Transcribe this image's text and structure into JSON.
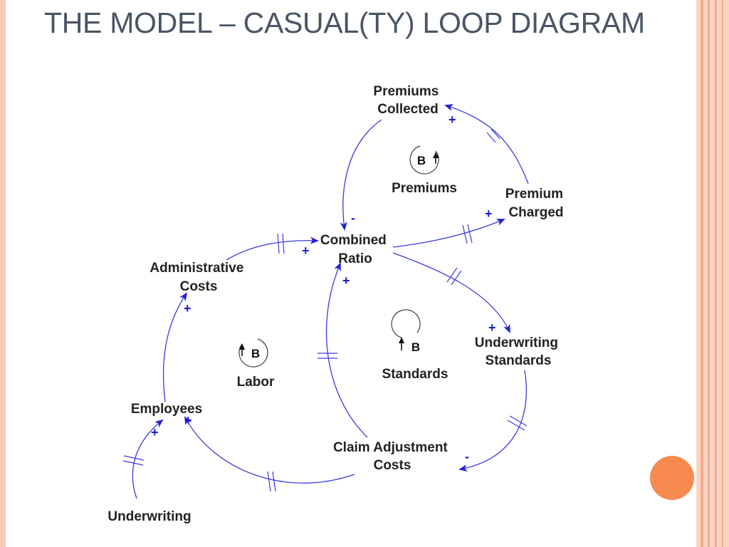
{
  "slide": {
    "title": "THE MODEL – CASUAL(TY) LOOP DIAGRAM"
  },
  "colors": {
    "link": "#3b3bdb",
    "sign": "#1a1acc",
    "accent_circle": "#f78b4f",
    "border": "#f4a98d"
  },
  "nodes": {
    "premiums_collected": [
      "Premiums",
      "Collected"
    ],
    "premium_charged": [
      "Premium",
      "Charged"
    ],
    "combined_ratio": [
      "Combined",
      "Ratio"
    ],
    "administrative_costs": [
      "Administrative",
      "Costs"
    ],
    "underwriting_standards": [
      "Underwriting",
      "Standards"
    ],
    "employees": [
      "Employees"
    ],
    "claim_adjustment_costs": [
      "Claim Adjustment",
      "Costs"
    ],
    "underwriting": [
      "Underwriting"
    ]
  },
  "loops": {
    "premiums": {
      "symbol": "B",
      "label": "Premiums"
    },
    "labor": {
      "symbol": "B",
      "label": "Labor"
    },
    "standards": {
      "symbol": "B",
      "label": "Standards"
    }
  },
  "links": [
    {
      "from": "premium_charged",
      "to": "premiums_collected",
      "polarity": "+",
      "delay": true
    },
    {
      "from": "premiums_collected",
      "to": "combined_ratio",
      "polarity": "-",
      "delay": false
    },
    {
      "from": "combined_ratio",
      "to": "premium_charged",
      "polarity": "+",
      "delay": true
    },
    {
      "from": "administrative_costs",
      "to": "combined_ratio",
      "polarity": "+",
      "delay": true
    },
    {
      "from": "combined_ratio",
      "to": "underwriting_standards",
      "polarity": "+",
      "delay": true
    },
    {
      "from": "claim_adjustment_costs",
      "to": "combined_ratio",
      "polarity": "+",
      "delay": true
    },
    {
      "from": "employees",
      "to": "administrative_costs",
      "polarity": "+",
      "delay": false
    },
    {
      "from": "underwriting_standards",
      "to": "claim_adjustment_costs",
      "polarity": "-",
      "delay": true
    },
    {
      "from": "claim_adjustment_costs",
      "to": "employees",
      "polarity": "+",
      "delay": true
    },
    {
      "from": "underwriting",
      "to": "employees",
      "polarity": "+",
      "delay": true
    }
  ]
}
